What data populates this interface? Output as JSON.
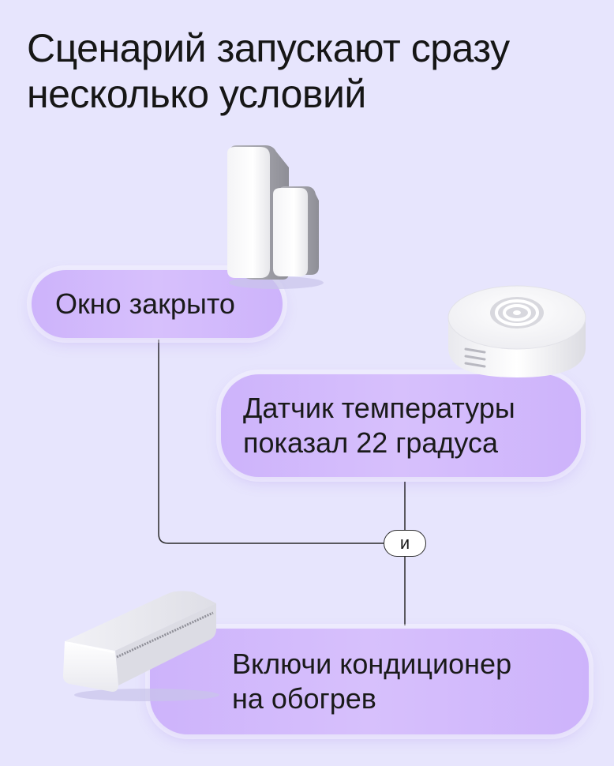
{
  "title": {
    "line1": "Сценарий запускают сразу",
    "line2": "несколько условий"
  },
  "conditions": [
    {
      "label_lines": [
        "Окно закрыто"
      ],
      "device_icon": "window-door-sensor-icon"
    },
    {
      "label_lines": [
        "Датчик температуры",
        "показал 22 градуса"
      ],
      "device_icon": "temperature-sensor-icon"
    }
  ],
  "operator": "и",
  "action": {
    "label_lines": [
      "Включи кондиционер",
      "на обогрев"
    ],
    "device_icon": "air-conditioner-icon"
  },
  "colors": {
    "background": "#e7e5fd",
    "pill": "#d2bbfb",
    "connector": "#2a2a2a"
  }
}
